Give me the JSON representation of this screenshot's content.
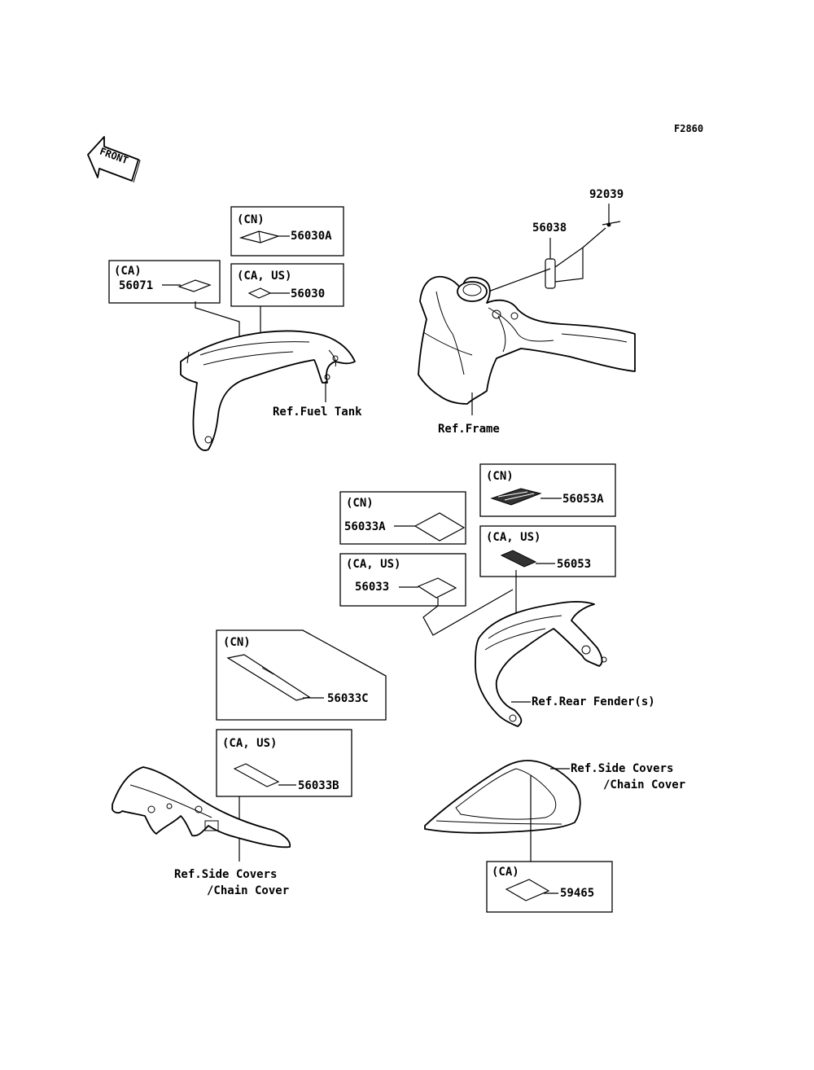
{
  "figure_code": "F2860",
  "front_label": "FRONT",
  "labels": {
    "p92039": "92039",
    "p56038": "56038",
    "p56030A": "56030A",
    "p56030": "56030",
    "p56071": "56071",
    "p56033A": "56033A",
    "p56033": "56033",
    "p56033C": "56033C",
    "p56033B": "56033B",
    "p56053A": "56053A",
    "p56053": "56053",
    "p59465": "59465"
  },
  "markets": {
    "cn": "(CN)",
    "ca_us": "(CA, US)",
    "ca": "(CA)"
  },
  "refs": {
    "fuel_tank": "Ref.Fuel Tank",
    "frame": "Ref.Frame",
    "rear_fender": "Ref.Rear Fender(s)",
    "side_covers_1": "Ref.Side Covers",
    "chain_cover_1": "/Chain Cover",
    "side_covers_2": "Ref.Side Covers",
    "chain_cover_2": "/Chain Cover"
  }
}
